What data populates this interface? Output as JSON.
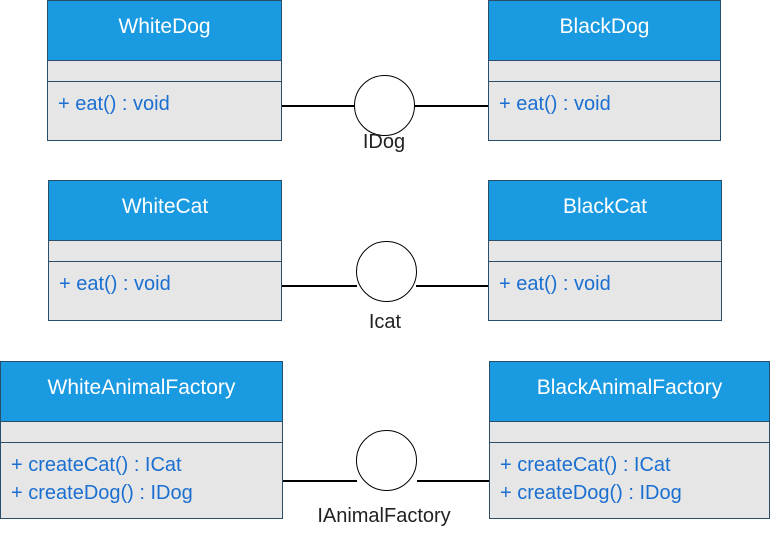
{
  "colors": {
    "header_fill": "#1a9ae0",
    "header_text": "#ffffff",
    "body_fill": "#e6e6e6",
    "border": "#2b4f6b",
    "method_text": "#1a6fd1",
    "line": "#000000"
  },
  "classes": {
    "white_dog": {
      "name": "WhiteDog",
      "methods": [
        "+ eat() : void"
      ]
    },
    "black_dog": {
      "name": "BlackDog",
      "methods": [
        "+ eat() : void"
      ]
    },
    "white_cat": {
      "name": "WhiteCat",
      "methods": [
        "+ eat() : void"
      ]
    },
    "black_cat": {
      "name": "BlackCat",
      "methods": [
        "+ eat() : void"
      ]
    },
    "white_factory": {
      "name": "WhiteAnimalFactory",
      "methods": [
        "+ createCat() : ICat",
        "+ createDog() : IDog"
      ]
    },
    "black_factory": {
      "name": "BlackAnimalFactory",
      "methods": [
        "+ createCat() : ICat",
        "+ createDog() : IDog"
      ]
    }
  },
  "interfaces": {
    "idog": "IDog",
    "icat": "Icat",
    "ifactory": "IAnimalFactory"
  }
}
